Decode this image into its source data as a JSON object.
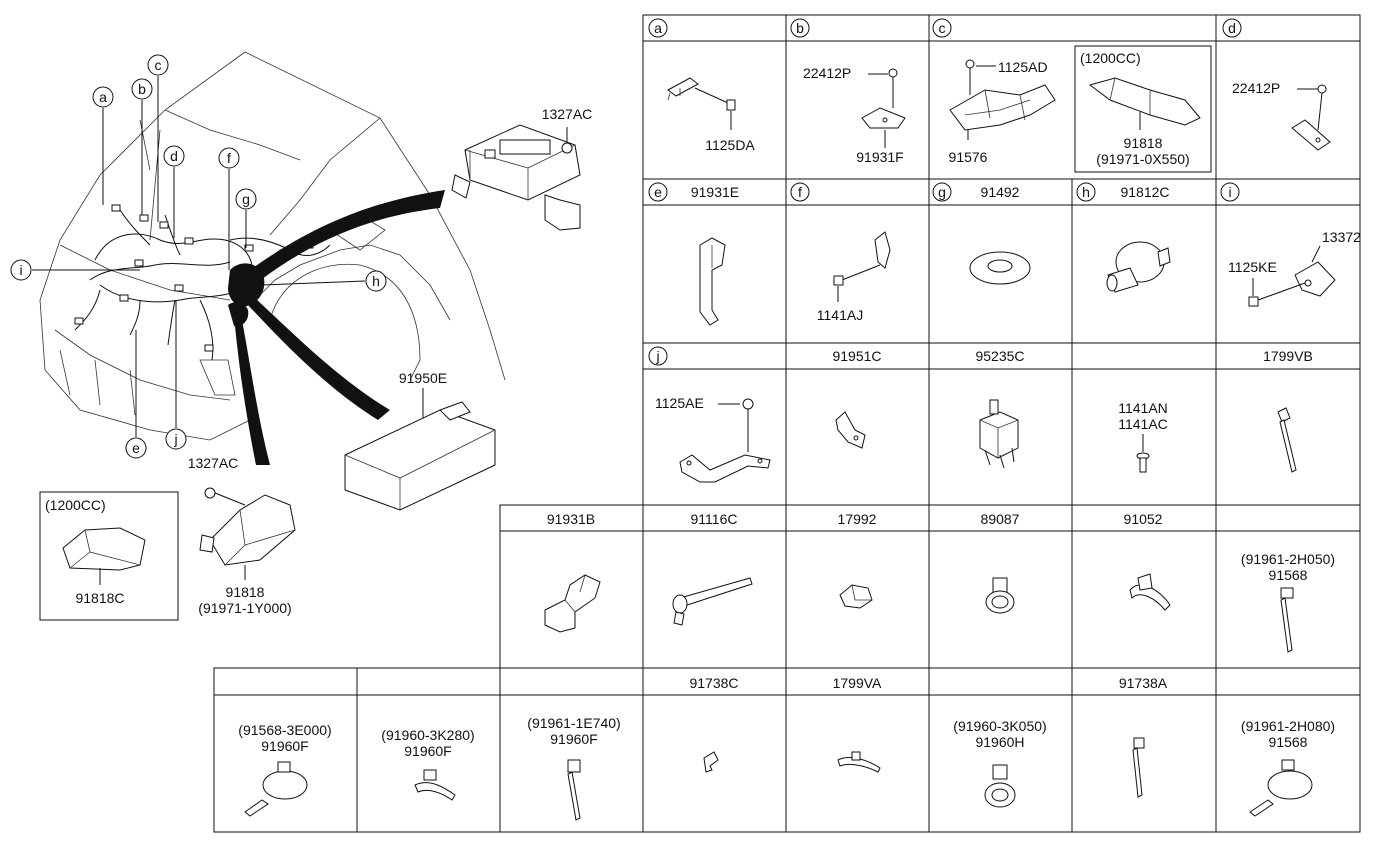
{
  "callouts": {
    "a": "a",
    "b": "b",
    "c": "c",
    "d": "d",
    "e": "e",
    "f": "f",
    "g": "g",
    "h": "h",
    "i": "i",
    "j": "j"
  },
  "left_labels": {
    "fuse_box_nut": "1327AC",
    "junction_box": "91950E",
    "bracket_nut": "1327AC",
    "inset_variant": "(1200CC)",
    "inset_part": "91818C",
    "bracket_part": "91818",
    "bracket_sub": "(91971-1Y000)"
  },
  "grid": {
    "row1_headers": [
      "a",
      "b",
      "c",
      "d"
    ],
    "cell_a": {
      "part": "1125DA"
    },
    "cell_b": {
      "p1": "22412P",
      "p2": "91931F"
    },
    "cell_c": {
      "p1": "1125AD",
      "p2": "91576",
      "variant": "(1200CC)",
      "p3": "91818",
      "p4": "(91971-0X550)"
    },
    "cell_d": {
      "part": "22412P"
    },
    "row2_headers": [
      {
        "letter": "e",
        "code": "91931E"
      },
      {
        "letter": "f",
        "code": ""
      },
      {
        "letter": "g",
        "code": "91492"
      },
      {
        "letter": "h",
        "code": "91812C"
      },
      {
        "letter": "i",
        "code": ""
      }
    ],
    "cell_f": {
      "part": "1141AJ"
    },
    "cell_i": {
      "p1": "13372",
      "p2": "1125KE"
    },
    "row3_headers": [
      {
        "letter": "j",
        "code": ""
      },
      {
        "letter": "",
        "code": "91951C"
      },
      {
        "letter": "",
        "code": "95235C"
      },
      {
        "letter": "",
        "code": ""
      },
      {
        "letter": "",
        "code": "1799VB"
      }
    ],
    "cell_j": {
      "part": "1125AE"
    },
    "cell_r3c4": {
      "p1": "1141AN",
      "p2": "1141AC"
    },
    "row4_headers": [
      "91931B",
      "91116C",
      "17992",
      "89087",
      "91052",
      ""
    ],
    "cell_r4c6": {
      "p1": "(91961-2H050)",
      "p2": "91568"
    },
    "row5_headers": [
      "",
      "",
      "",
      "91738C",
      "1799VA",
      "",
      "91738A",
      ""
    ],
    "row5_cells": [
      {
        "p1": "(91568-3E000)",
        "p2": "91960F"
      },
      {
        "p1": "(91960-3K280)",
        "p2": "91960F"
      },
      {
        "p1": "(91961-1E740)",
        "p2": "91960F"
      },
      {
        "p1": "",
        "p2": ""
      },
      {
        "p1": "",
        "p2": ""
      },
      {
        "p1": "(91960-3K050)",
        "p2": "91960H"
      },
      {
        "p1": "",
        "p2": ""
      },
      {
        "p1": "(91961-2H080)",
        "p2": "91568"
      }
    ]
  }
}
